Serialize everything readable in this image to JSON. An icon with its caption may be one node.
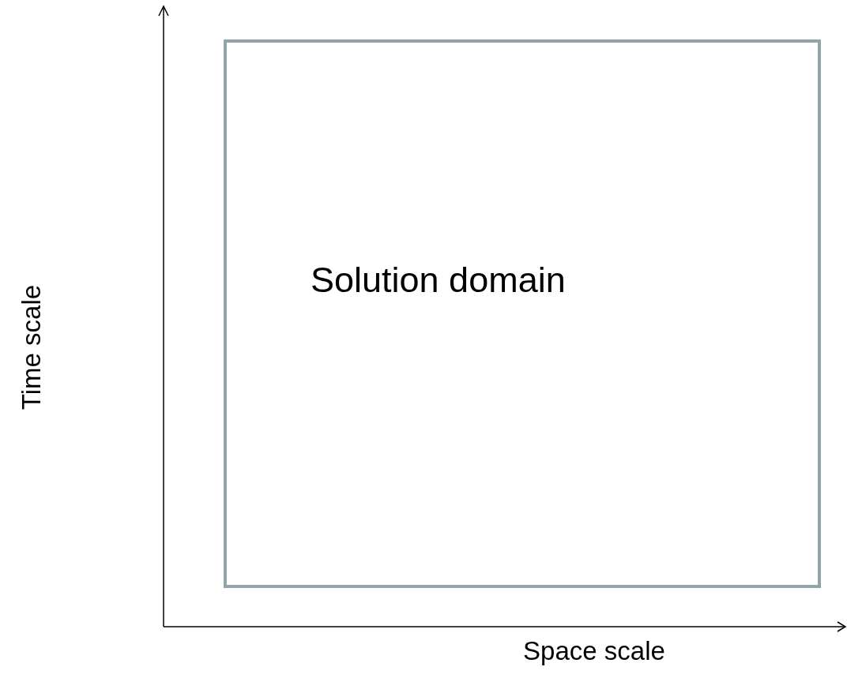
{
  "diagram": {
    "nodes": [
      {
        "text": [
          "Solution domain"
        ]
      }
    ],
    "edges": [],
    "labels": [
      "Time scale",
      "Space scale"
    ]
  }
}
